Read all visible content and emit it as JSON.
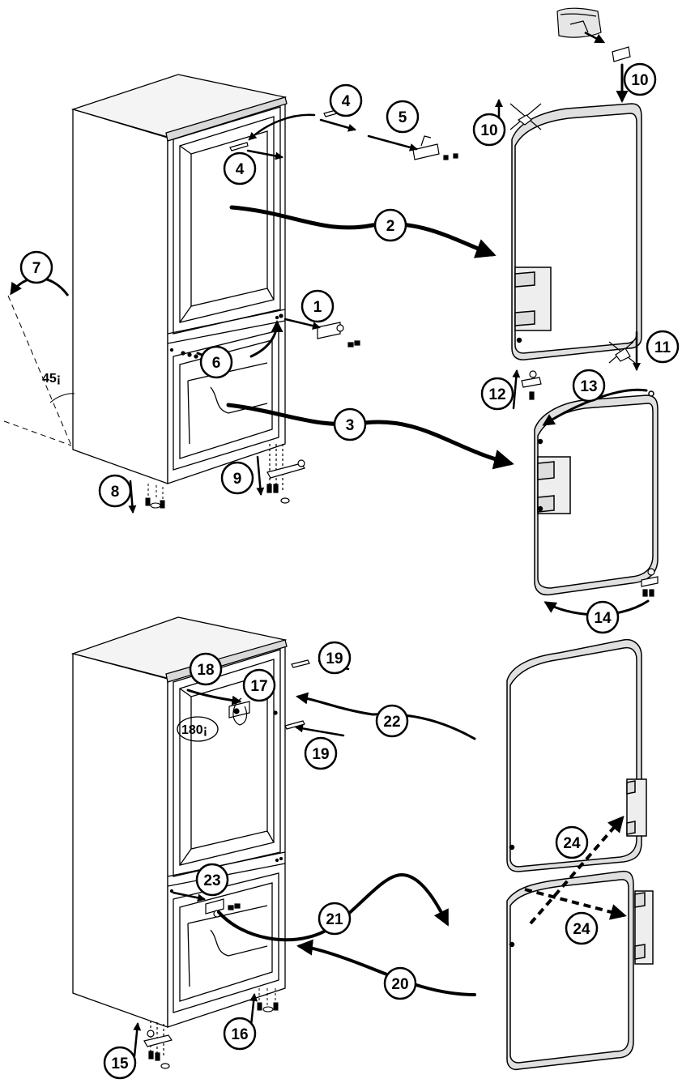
{
  "figure": {
    "angle_tilt_label": "45¡",
    "angle_rotate_label": "180¡"
  },
  "steps": [
    {
      "label": "1"
    },
    {
      "label": "2"
    },
    {
      "label": "3"
    },
    {
      "label": "4"
    },
    {
      "label": "4"
    },
    {
      "label": "5"
    },
    {
      "label": "6"
    },
    {
      "label": "7"
    },
    {
      "label": "8"
    },
    {
      "label": "9"
    },
    {
      "label": "10"
    },
    {
      "label": "10"
    },
    {
      "label": "11"
    },
    {
      "label": "12"
    },
    {
      "label": "13"
    },
    {
      "label": "14"
    },
    {
      "label": "15"
    },
    {
      "label": "16"
    },
    {
      "label": "17"
    },
    {
      "label": "18"
    },
    {
      "label": "19"
    },
    {
      "label": "19"
    },
    {
      "label": "20"
    },
    {
      "label": "21"
    },
    {
      "label": "22"
    },
    {
      "label": "23"
    },
    {
      "label": "24"
    },
    {
      "label": "24"
    }
  ]
}
